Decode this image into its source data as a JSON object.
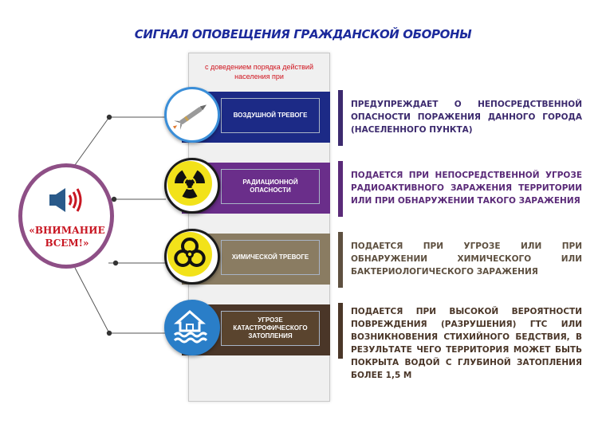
{
  "title": "СИГНАЛ ОПОВЕЩЕНИЯ ГРАЖДАНСКОЙ ОБОРОНЫ",
  "intro": "с доведением порядка действий населения при",
  "center_label": "«ВНИМАНИЕ ВСЕМ!»",
  "center_icon": "speaker-icon",
  "signals": [
    {
      "label": "ВОЗДУШНОЙ ТРЕВОГЕ",
      "icon": "missile-icon",
      "band_color": "#1c2a86",
      "box_color": "#1c2a86",
      "text_color": "#3c2a6e",
      "description": "ПРЕДУПРЕЖДАЕТ О НЕПОСРЕДСТВЕННОЙ ОПАСНОСТИ ПОРАЖЕНИЯ ДАННОГО ГОРОДА (НАСЕЛЕННОГО ПУНКТА)"
    },
    {
      "label": "РАДИАЦИОННОЙ ОПАСНОСТИ",
      "icon": "radiation-icon",
      "band_color": "#6a2e8a",
      "box_color": "#6a2e8a",
      "text_color": "#5a2a78",
      "description": "ПОДАЕТСЯ ПРИ НЕПОСРЕДСТВЕННОЙ УГРОЗЕ РАДИОАКТИВНОГО ЗАРАЖЕНИЯ ТЕРРИТОРИИ ИЛИ ПРИ ОБНАРУЖЕНИИ ТАКОГО ЗАРАЖЕНИЯ"
    },
    {
      "label": "ХИМИЧЕСКОЙ ТРЕВОГЕ",
      "icon": "biohazard-icon",
      "band_color": "#8a7c62",
      "box_color": "#8a7c62",
      "text_color": "#5e5040",
      "description": "ПОДАЕТСЯ ПРИ УГРОЗЕ ИЛИ ПРИ ОБНАРУЖЕНИИ ХИМИЧЕСКОГО ИЛИ БАКТЕРИОЛОГИЧЕСКОГО ЗАРАЖЕНИЯ"
    },
    {
      "label": "УГРОЗЕ КАТАСТРОФИЧЕСКОГО ЗАТОПЛЕНИЯ",
      "icon": "flood-icon",
      "band_color": "#4a3628",
      "box_color": "#5a442e",
      "text_color": "#4a3628",
      "description": "ПОДАЕТСЯ ПРИ ВЫСОКОЙ ВЕРОЯТНОСТИ ПОВРЕЖДЕНИЯ (РАЗРУШЕНИЯ) ГТС ИЛИ ВОЗНИКНОВЕНИЯ СТИХИЙНОГО БЕДСТВИЯ, В РЕЗУЛЬТАТЕ ЧЕГО ТЕРРИТОРИЯ МОЖЕТ БЫТЬ ПОКРЫТА ВОДОЙ С ГЛУБИНОЙ ЗАТОПЛЕНИЯ БОЛЕЕ 1,5 М"
    }
  ]
}
